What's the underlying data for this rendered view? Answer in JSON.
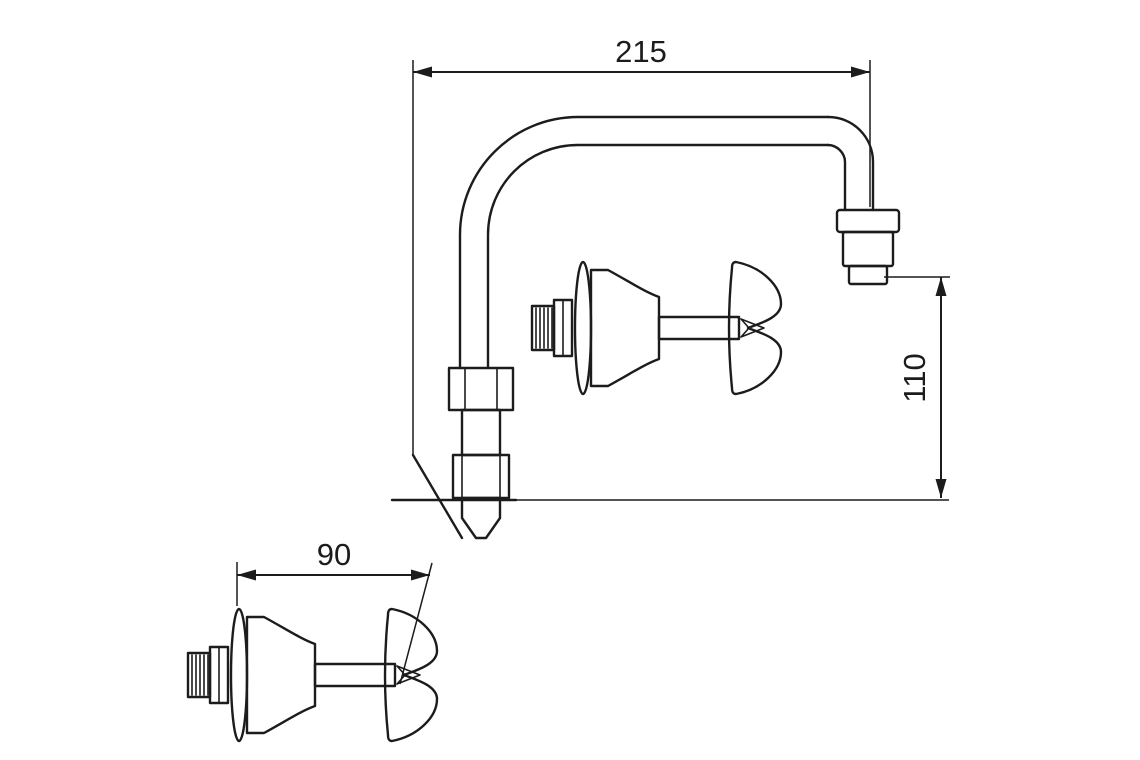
{
  "diagram": {
    "background_color": "#ffffff",
    "line_color": "#1c1c1c",
    "labels": {
      "spout_reach": "215",
      "outlet_height": "110",
      "tap_projection": "90"
    }
  }
}
